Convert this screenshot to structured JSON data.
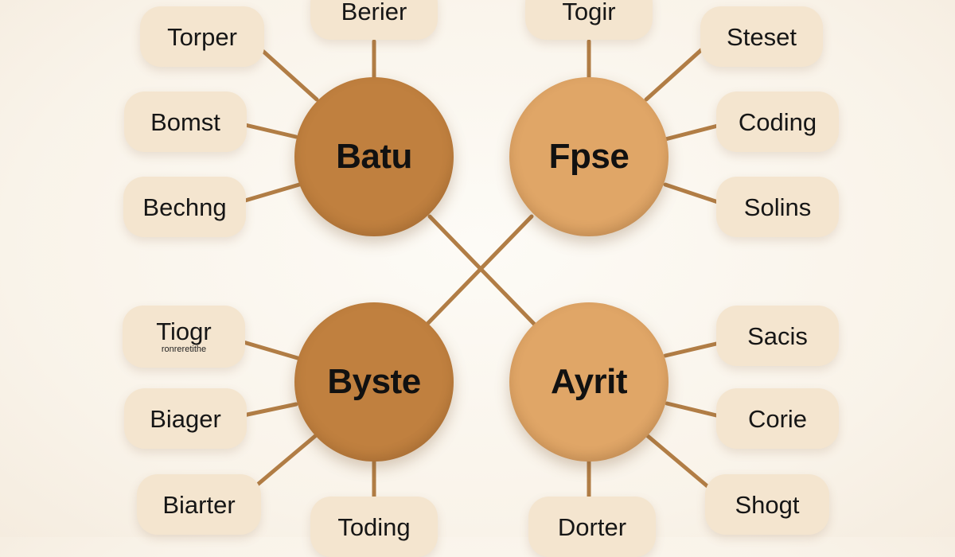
{
  "colors": {
    "background": "#fbf6ee",
    "connector": "#b17d45",
    "pill_fill": "#f4e5cf",
    "hub_dark": "#c0803f",
    "hub_light": "#e0a667"
  },
  "hubs": [
    {
      "id": "batu",
      "label": "Batu",
      "color": "#c0803f",
      "leaves": [
        {
          "label": "Berier"
        },
        {
          "label": "Torper"
        },
        {
          "label": "Bomst"
        },
        {
          "label": "Bechng"
        }
      ]
    },
    {
      "id": "fpse",
      "label": "Fpse",
      "color": "#e0a667",
      "leaves": [
        {
          "label": "Togir"
        },
        {
          "label": "Steset"
        },
        {
          "label": "Coding"
        },
        {
          "label": "Solins"
        }
      ]
    },
    {
      "id": "byste",
      "label": "Byste",
      "color": "#c0803f",
      "leaves": [
        {
          "label": "Tiogr",
          "sublabel": "ronreretithe"
        },
        {
          "label": "Biager"
        },
        {
          "label": "Biarter"
        },
        {
          "label": "Toding"
        }
      ]
    },
    {
      "id": "ayrit",
      "label": "Ayrit",
      "color": "#e0a667",
      "leaves": [
        {
          "label": "Sacis"
        },
        {
          "label": "Corie"
        },
        {
          "label": "Shogt"
        },
        {
          "label": "Dorter"
        }
      ]
    }
  ]
}
